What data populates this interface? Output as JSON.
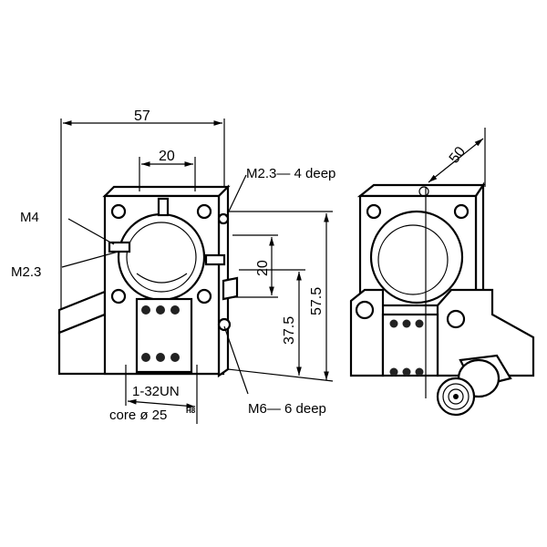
{
  "dimensions": {
    "width_total": "57",
    "hole_spacing": "20",
    "vertical_spacing": "20",
    "center_height": "37.5",
    "total_height": "57.5",
    "rotated_dim": "50"
  },
  "callouts": {
    "m4": "M4",
    "m23": "M2.3",
    "m23_deep": "M2.3— 4 deep",
    "m6_deep": "M6—  6 deep",
    "thread": "1-32UN",
    "core": "core ø 25",
    "core_tol": "H8"
  }
}
